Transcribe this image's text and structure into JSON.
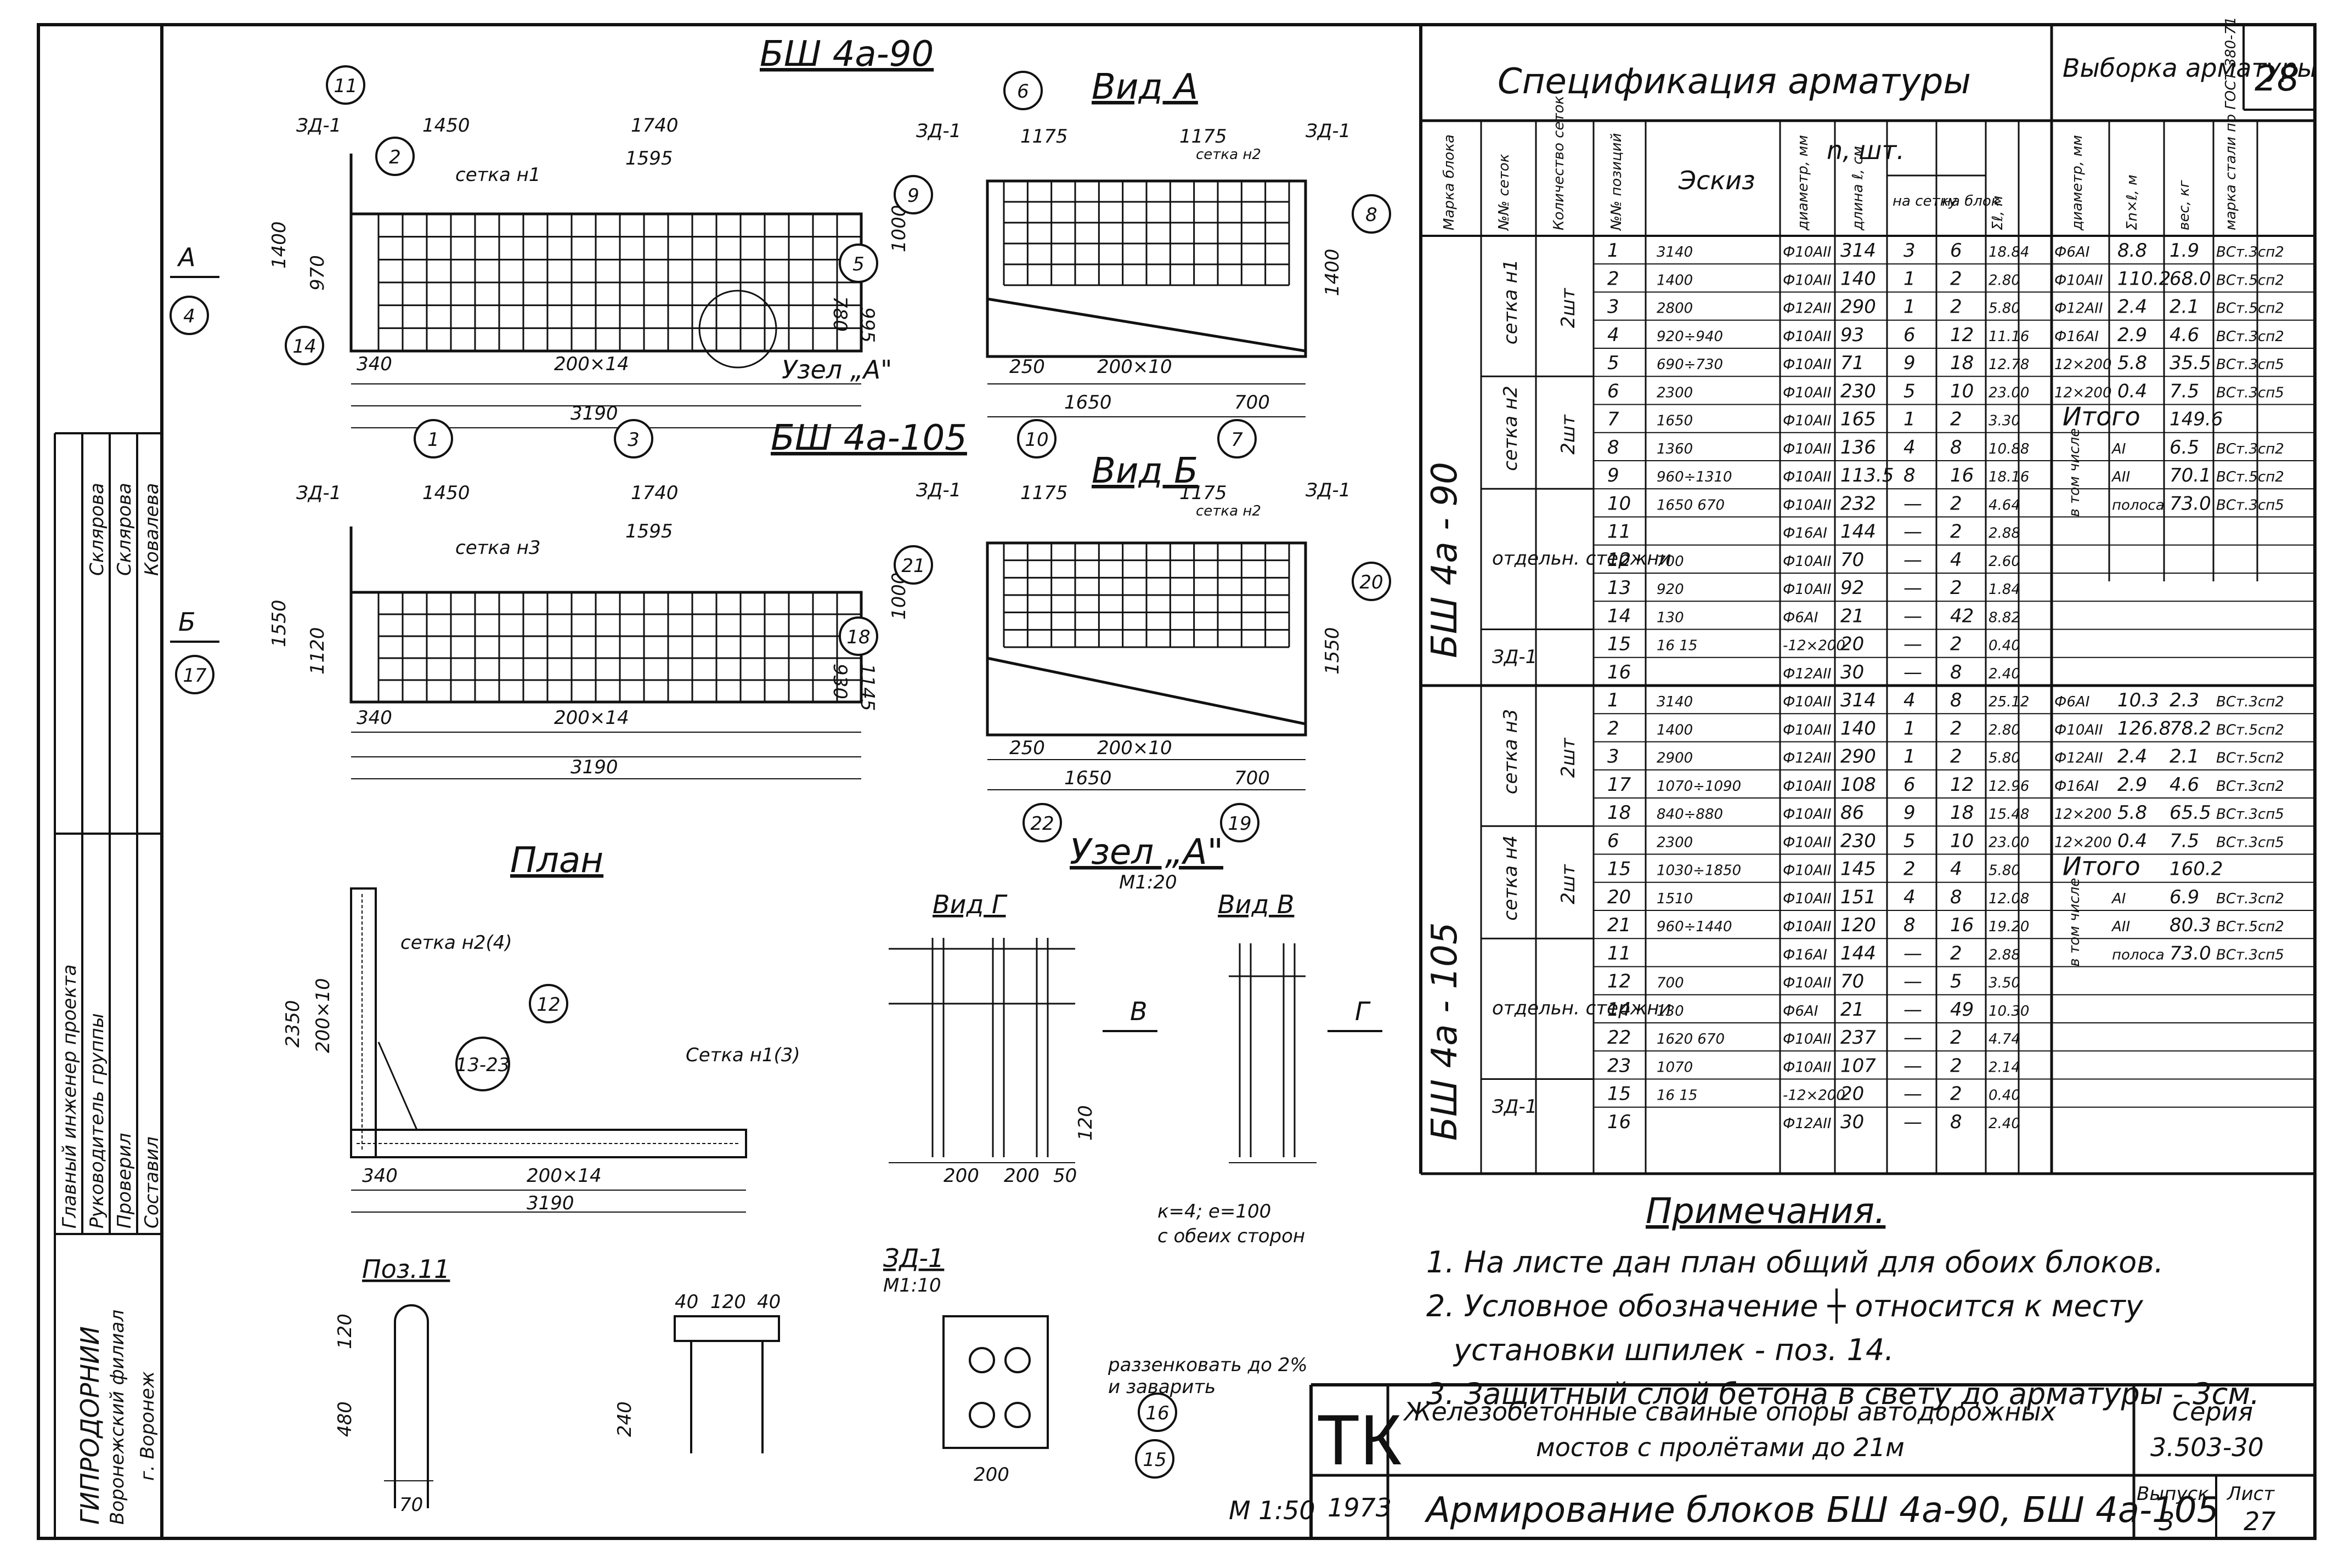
{
  "sheet": {
    "number": "28",
    "scale_main": "М 1:50",
    "scale_node": "М1:20",
    "scale_zd": "М1:10"
  },
  "left_strip": {
    "org": [
      "ГИПРОДОРНИИ",
      "Воронежский филиал",
      "г. Воронеж"
    ],
    "roles": [
      "Главный инженер проекта",
      "Руководитель группы",
      "Проверил",
      "Составил"
    ],
    "names": [
      "Склярова",
      "Склярова",
      "Ковалева"
    ]
  },
  "views": {
    "bsh90_title": "БШ 4а-90",
    "bsh105_title": "БШ 4а-105",
    "vid_a": "Вид А",
    "vid_b": "Вид Б",
    "plan": "План",
    "uzel_a": "Узел „А\"",
    "vid_g": "Вид Г",
    "vid_v": "Вид В",
    "poz11": "Поз.11",
    "zd1": "ЗД-1",
    "uzel_a_call": "Узел „А\""
  },
  "labels": {
    "setka1": "сетка н1",
    "setka3": "сетка н3",
    "setka2": "сетка н2",
    "setka2_4": "сетка н2(4)",
    "setka1_3": "Сетка н1(3)",
    "zd": "ЗД-1",
    "k_e": "к=4; е=100",
    "both_sides": "с обеих сторон",
    "zenk": "раззенковать до 2%",
    "weld": "и заварить",
    "arrow_a": "А",
    "arrow_b": "Б",
    "arrow_v": "В",
    "arrow_g": "Г"
  },
  "dims": {
    "d1450": "1450",
    "d1740": "1740",
    "d1595": "1595",
    "d3190": "3190",
    "d200x14": "200×14",
    "d340": "340",
    "d1175": "1175",
    "d200x10": "200×10",
    "d1650": "1650",
    "d700": "700",
    "d250": "250",
    "d50": "50",
    "d1400": "1400",
    "d1550": "1550",
    "d1000": "1000",
    "d2350": "2350",
    "d200": "200",
    "d120": "120",
    "d40": "40",
    "d480": "480",
    "d240": "240",
    "d70": "70",
    "d970": "970",
    "d1120": "1120",
    "d995": "995",
    "d1145": "1145",
    "d780": "780",
    "d930": "930"
  },
  "spec": {
    "title": "Спецификация арматуры",
    "selection": "Выборка арматуры",
    "headers": [
      "Марка блока",
      "№№ сеток",
      "Количество сеток",
      "№№ позиций",
      "Эскиз",
      "диаметр, мм",
      "длина ℓ, см",
      "на сетку",
      "на блок",
      "Σℓ, м"
    ],
    "count_header": "n, шт.",
    "sel_headers": [
      "диаметр, мм",
      "Σn×ℓ, м",
      "вес, кг",
      "марка стали по ГОСТ 380-71"
    ],
    "group90": "БШ 4а - 90",
    "group105": "БШ 4а - 105",
    "rows90": [
      {
        "g": "сетка н1",
        "n": "2шт",
        "p": "1",
        "sk": "3140",
        "d": "Ф10АII",
        "l": "314",
        "a": "3",
        "b": "6",
        "s": "18.84"
      },
      {
        "g": "",
        "n": "",
        "p": "2",
        "sk": "1400",
        "d": "Ф10АII",
        "l": "140",
        "a": "1",
        "b": "2",
        "s": "2.80"
      },
      {
        "g": "",
        "n": "",
        "p": "3",
        "sk": "2800",
        "d": "Ф12АII",
        "l": "290",
        "a": "1",
        "b": "2",
        "s": "5.80"
      },
      {
        "g": "",
        "n": "",
        "p": "4",
        "sk": "920÷940",
        "d": "Ф10АII",
        "l": "93",
        "a": "6",
        "b": "12",
        "s": "11.16"
      },
      {
        "g": "",
        "n": "",
        "p": "5",
        "sk": "690÷730",
        "d": "Ф10АII",
        "l": "71",
        "a": "9",
        "b": "18",
        "s": "12.78"
      },
      {
        "g": "сетка н2",
        "n": "2шт",
        "p": "6",
        "sk": "2300",
        "d": "Ф10АII",
        "l": "230",
        "a": "5",
        "b": "10",
        "s": "23.00"
      },
      {
        "g": "",
        "n": "",
        "p": "7",
        "sk": "1650",
        "d": "Ф10АII",
        "l": "165",
        "a": "1",
        "b": "2",
        "s": "3.30"
      },
      {
        "g": "",
        "n": "",
        "p": "8",
        "sk": "1360",
        "d": "Ф10АII",
        "l": "136",
        "a": "4",
        "b": "8",
        "s": "10.88"
      },
      {
        "g": "",
        "n": "",
        "p": "9",
        "sk": "960÷1310",
        "d": "Ф10АII",
        "l": "113.5",
        "a": "8",
        "b": "16",
        "s": "18.16"
      },
      {
        "g": "отдельн. стержни",
        "n": "",
        "p": "10",
        "sk": "1650 670",
        "d": "Ф10АII",
        "l": "232",
        "a": "—",
        "b": "2",
        "s": "4.64"
      },
      {
        "g": "",
        "n": "",
        "p": "11",
        "sk": "",
        "d": "Ф16АI",
        "l": "144",
        "a": "—",
        "b": "2",
        "s": "2.88"
      },
      {
        "g": "",
        "n": "",
        "p": "12",
        "sk": "700",
        "d": "Ф10АII",
        "l": "70",
        "a": "—",
        "b": "4",
        "s": "2.60"
      },
      {
        "g": "",
        "n": "",
        "p": "13",
        "sk": "920",
        "d": "Ф10АII",
        "l": "92",
        "a": "—",
        "b": "2",
        "s": "1.84"
      },
      {
        "g": "",
        "n": "",
        "p": "14",
        "sk": "130",
        "d": "Ф6АI",
        "l": "21",
        "a": "—",
        "b": "42",
        "s": "8.82"
      },
      {
        "g": "ЗД-1",
        "n": "",
        "p": "15",
        "sk": "16 15",
        "d": "-12×200",
        "l": "20",
        "a": "—",
        "b": "2",
        "s": "0.40"
      },
      {
        "g": "",
        "n": "",
        "p": "16",
        "sk": "",
        "d": "Ф12АII",
        "l": "30",
        "a": "—",
        "b": "8",
        "s": "2.40"
      }
    ],
    "rows105": [
      {
        "g": "сетка н3",
        "n": "2шт",
        "p": "1",
        "sk": "3140",
        "d": "Ф10АII",
        "l": "314",
        "a": "4",
        "b": "8",
        "s": "25.12"
      },
      {
        "g": "",
        "n": "",
        "p": "2",
        "sk": "1400",
        "d": "Ф10АII",
        "l": "140",
        "a": "1",
        "b": "2",
        "s": "2.80"
      },
      {
        "g": "",
        "n": "",
        "p": "3",
        "sk": "2900",
        "d": "Ф12АII",
        "l": "290",
        "a": "1",
        "b": "2",
        "s": "5.80"
      },
      {
        "g": "",
        "n": "",
        "p": "17",
        "sk": "1070÷1090",
        "d": "Ф10АII",
        "l": "108",
        "a": "6",
        "b": "12",
        "s": "12.96"
      },
      {
        "g": "",
        "n": "",
        "p": "18",
        "sk": "840÷880",
        "d": "Ф10АII",
        "l": "86",
        "a": "9",
        "b": "18",
        "s": "15.48"
      },
      {
        "g": "сетка н4",
        "n": "2шт",
        "p": "6",
        "sk": "2300",
        "d": "Ф10АII",
        "l": "230",
        "a": "5",
        "b": "10",
        "s": "23.00"
      },
      {
        "g": "",
        "n": "",
        "p": "15",
        "sk": "1030÷1850",
        "d": "Ф10АII",
        "l": "145",
        "a": "2",
        "b": "4",
        "s": "5.80"
      },
      {
        "g": "",
        "n": "",
        "p": "20",
        "sk": "1510",
        "d": "Ф10АII",
        "l": "151",
        "a": "4",
        "b": "8",
        "s": "12.08"
      },
      {
        "g": "",
        "n": "",
        "p": "21",
        "sk": "960÷1440",
        "d": "Ф10АII",
        "l": "120",
        "a": "8",
        "b": "16",
        "s": "19.20"
      },
      {
        "g": "отдельн. стержни",
        "n": "",
        "p": "11",
        "sk": "",
        "d": "Ф16АI",
        "l": "144",
        "a": "—",
        "b": "2",
        "s": "2.88"
      },
      {
        "g": "",
        "n": "",
        "p": "12",
        "sk": "700",
        "d": "Ф10АII",
        "l": "70",
        "a": "—",
        "b": "5",
        "s": "3.50"
      },
      {
        "g": "",
        "n": "",
        "p": "14",
        "sk": "130",
        "d": "Ф6АI",
        "l": "21",
        "a": "—",
        "b": "49",
        "s": "10.30"
      },
      {
        "g": "",
        "n": "",
        "p": "22",
        "sk": "1620 670",
        "d": "Ф10АII",
        "l": "237",
        "a": "—",
        "b": "2",
        "s": "4.74"
      },
      {
        "g": "",
        "n": "",
        "p": "23",
        "sk": "1070",
        "d": "Ф10АII",
        "l": "107",
        "a": "—",
        "b": "2",
        "s": "2.14"
      },
      {
        "g": "ЗД-1",
        "n": "",
        "p": "15",
        "sk": "16 15",
        "d": "-12×200",
        "l": "20",
        "a": "—",
        "b": "2",
        "s": "0.40"
      },
      {
        "g": "",
        "n": "",
        "p": "16",
        "sk": "",
        "d": "Ф12АII",
        "l": "30",
        "a": "—",
        "b": "8",
        "s": "2.40"
      }
    ],
    "sel90": [
      [
        "Ф6АI",
        "8.8",
        "1.9",
        "ВСт.3сп2"
      ],
      [
        "Ф10АII",
        "110.2",
        "68.0",
        "ВСт.5сп2"
      ],
      [
        "Ф12АII",
        "2.4",
        "2.1",
        "ВСт.5сп2"
      ],
      [
        "Ф16АI",
        "2.9",
        "4.6",
        "ВСт.3сп2"
      ],
      [
        "12×200",
        "5.8",
        "35.5",
        "ВСт.3сп5"
      ],
      [
        "12×200",
        "0.4",
        "7.5",
        "ВСт.3сп5"
      ]
    ],
    "sel90_total": [
      "Итого",
      "149.6"
    ],
    "sel90_incl": [
      [
        "АI",
        "6.5",
        "ВСт.3сп2"
      ],
      [
        "АII",
        "70.1",
        "ВСт.5сп2"
      ],
      [
        "полоса",
        "73.0",
        "ВСт.3сп5"
      ]
    ],
    "sel105": [
      [
        "Ф6АI",
        "10.3",
        "2.3",
        "ВСт.3сп2"
      ],
      [
        "Ф10АII",
        "126.8",
        "78.2",
        "ВСт.5сп2"
      ],
      [
        "Ф12АII",
        "2.4",
        "2.1",
        "ВСт.5сп2"
      ],
      [
        "Ф16АI",
        "2.9",
        "4.6",
        "ВСт.3сп2"
      ],
      [
        "12×200",
        "5.8",
        "65.5",
        "ВСт.3сп5"
      ],
      [
        "12×200",
        "0.4",
        "7.5",
        "ВСт.3сп5"
      ]
    ],
    "sel105_total": [
      "Итого",
      "160.2"
    ],
    "sel105_incl": [
      [
        "АI",
        "6.9",
        "ВСт.3сп2"
      ],
      [
        "АII",
        "80.3",
        "ВСт.5сп2"
      ],
      [
        "полоса",
        "73.0",
        "ВСт.3сп5"
      ]
    ],
    "incl_label": "в том числе"
  },
  "notes": {
    "title": "Примечания.",
    "items": [
      "1. На листе дан план общий для обоих блоков.",
      "2. Условное обозначение ┼ относится к месту",
      "установки шпилек - поз. 14.",
      "3. Защитный слой бетона в свету до арматуры - 3см."
    ]
  },
  "stamp": {
    "logo": "ТК",
    "year": "1973",
    "title_line1": "Железобетонные свайные опоры автодорожных",
    "title_line2": "мостов с пролётами до 21м",
    "title_line3": "Армирование блоков БШ 4а-90, БШ 4а-105",
    "series_label": "Серия",
    "series": "3.503-30",
    "issue_label": "Выпуск",
    "issue": "3",
    "sheet_label": "Лист",
    "sheet": "27"
  },
  "callouts": [
    "1",
    "2",
    "3",
    "4",
    "5",
    "6",
    "7",
    "8",
    "9",
    "10",
    "11",
    "12",
    "13-23",
    "14",
    "15",
    "16",
    "17",
    "18",
    "19",
    "20",
    "21",
    "22"
  ]
}
